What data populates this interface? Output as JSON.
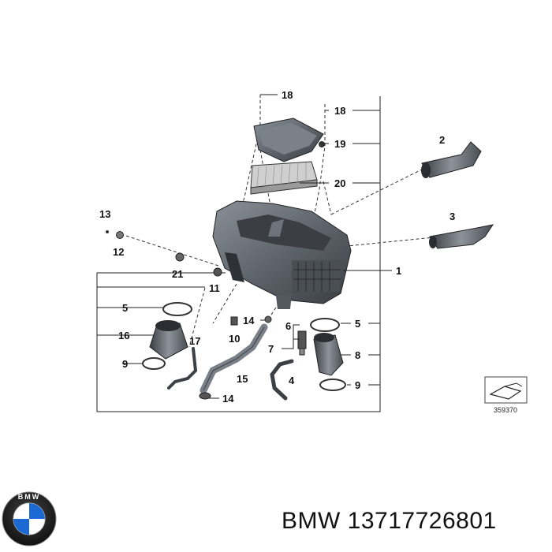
{
  "diagram": {
    "callouts": {
      "c18a": "18",
      "c18b": "18",
      "c19": "19",
      "c20": "20",
      "c2": "2",
      "c3": "3",
      "c1": "1",
      "c13": "13",
      "c12": "12",
      "c21": "21",
      "c11": "11",
      "c5a": "5",
      "c16": "16",
      "c9a": "9",
      "c17": "17",
      "c14a": "14",
      "c10": "10",
      "c6": "6",
      "c7": "7",
      "c5b": "5",
      "c8": "8",
      "c15": "15",
      "c4": "4",
      "c9b": "9",
      "c14b": "14"
    },
    "reference_code": "359370"
  },
  "footer": {
    "brand": "BMW",
    "part_number": "13717726801"
  },
  "colors": {
    "housing": "#555a60",
    "housing_light": "#8a9097",
    "filter": "#c9c9c9",
    "logo_blue": "#1c69d4"
  }
}
